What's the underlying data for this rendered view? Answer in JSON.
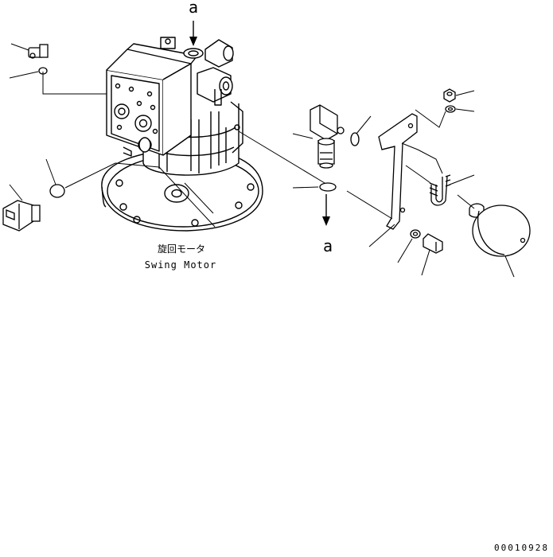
{
  "callouts": {
    "top_ref": "a",
    "bottom_ref": "a"
  },
  "caption": {
    "jp": "旋回モータ",
    "en": "Swing Motor"
  },
  "drawing_number": "00010928"
}
